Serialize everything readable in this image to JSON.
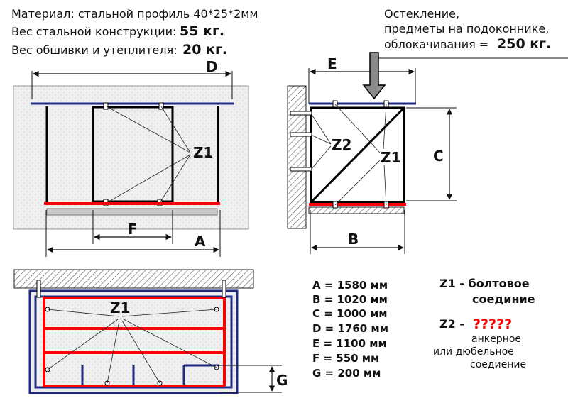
{
  "header": {
    "material": "Материал: стальной профиль 40*25*2мм",
    "steel_weight_label": "Вес стальной конструкции:",
    "steel_weight_value": "55 кг.",
    "cladding_weight_label": "Вес обшивки и утеплителя:",
    "cladding_weight_value": "20 кг."
  },
  "load_note": {
    "line1": "Остекление,",
    "line2": "предметы на подоконнике,",
    "line3_prefix": "облокачивания =",
    "line3_value": "250 кг."
  },
  "labels": {
    "A": "A",
    "B": "B",
    "C": "C",
    "D": "D",
    "E": "E",
    "F": "F",
    "G": "G",
    "Z1": "Z1",
    "Z2": "Z2"
  },
  "dimensions": [
    "A = 1580 мм",
    "B = 1020 мм",
    "C = 1000 мм",
    "D = 1760 мм",
    "E = 1100 мм",
    "F = 550 мм",
    "G = 200 мм"
  ],
  "legend": {
    "z1_title": "Z1 - болтовое",
    "z1_sub": "соединие",
    "z2_prefix": "Z2 -",
    "z2_unknown": "?????",
    "z2_line1": "анкерное",
    "z2_line2": "или дюбельное",
    "z2_line3": "соедиение"
  },
  "colors": {
    "blue": "#1f2a80",
    "red": "#ff0000",
    "black": "#000000",
    "gray": "#c8c8c8",
    "panel": "#ececec"
  }
}
